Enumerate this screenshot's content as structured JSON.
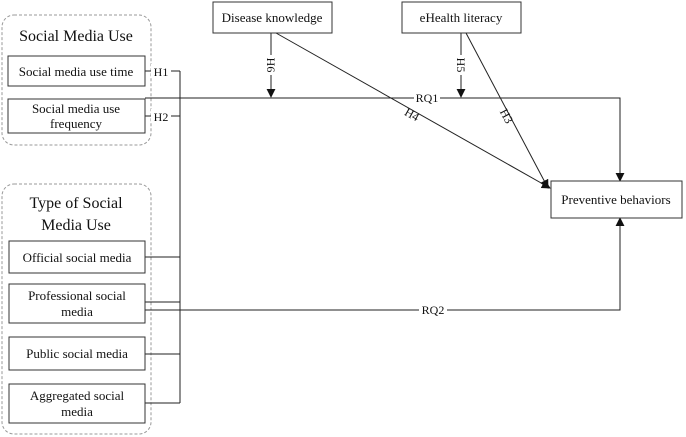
{
  "groups": {
    "social_media_use": "Social Media Use",
    "type_line1": "Type of Social",
    "type_line2": "Media Use"
  },
  "nodes": {
    "use_time": "Social media use time",
    "use_freq_1": "Social media use",
    "use_freq_2": "frequency",
    "official": "Official social media",
    "professional_1": "Professional social",
    "professional_2": "media",
    "public": "Public social media",
    "aggregated_1": "Aggregated social",
    "aggregated_2": "media",
    "disease": "Disease knowledge",
    "ehealth": "eHealth literacy",
    "preventive": "Preventive behaviors"
  },
  "edges": {
    "h1": "H1",
    "h2": "H2",
    "h3": "H3",
    "h4": "H4",
    "h5": "H5",
    "h6": "H6",
    "rq1": "RQ1",
    "rq2": "RQ2"
  }
}
